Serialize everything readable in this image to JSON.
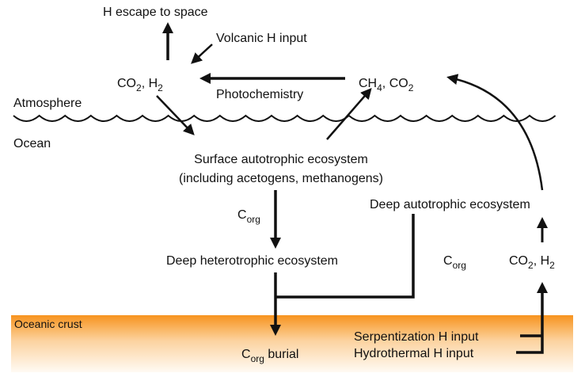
{
  "labels": {
    "h_escape": "H escape to space",
    "volcanic": "Volcanic H input",
    "co2_top": "CO",
    "co2_top_sub": "2",
    "h2_top": ", H",
    "h2_top_sub": "2",
    "photochemistry": "Photochemistry",
    "ch4": "CH",
    "ch4_sub": "4",
    "co2_right": ", CO",
    "co2_right_sub": "2",
    "atmosphere": "Atmosphere",
    "ocean": "Ocean",
    "surface_line1": "Surface autotrophic ecosystem",
    "surface_line2": "(including acetogens, methanogens)",
    "deep_auto": "Deep autotrophic ecosystem",
    "corg_left": "C",
    "corg_left_sub": "org",
    "deep_hetero": "Deep heterotrophic ecosystem",
    "corg_right": "C",
    "corg_right_sub": "org",
    "co2_bottom": "CO",
    "co2_bottom_sub": "2",
    "h2_bottom": ", H",
    "h2_bottom_sub": "2",
    "oceanic_crust": "Oceanic crust",
    "corg_burial": "C",
    "corg_burial_sub": "org",
    "burial": " burial",
    "serpentization": "Serpentization H input",
    "hydrothermal": "Hydrothermal H input"
  },
  "colors": {
    "crust": "#f7931e",
    "ink": "#111111"
  }
}
